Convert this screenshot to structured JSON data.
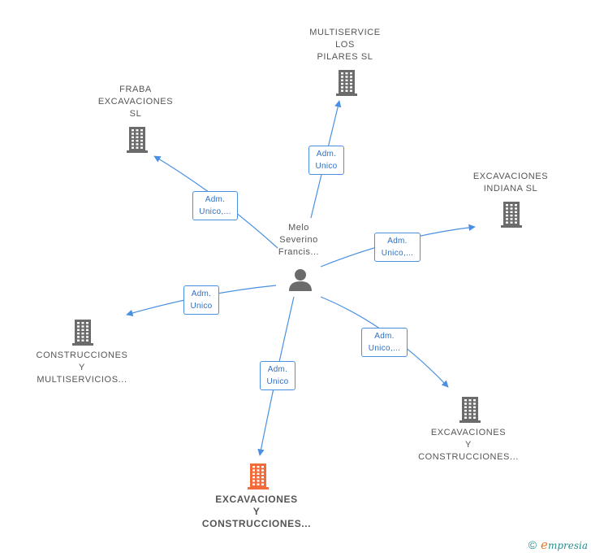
{
  "center": {
    "name_lines": [
      "Melo",
      "Severino",
      "Francis..."
    ],
    "icon": "person-icon"
  },
  "nodes": [
    {
      "id": "multiservice",
      "lines": [
        "MULTISERVICE",
        "LOS",
        "PILARES  SL"
      ],
      "icon": "building-icon",
      "color": "#6b6b6b"
    },
    {
      "id": "fraba",
      "lines": [
        "FRABA",
        "EXCAVACIONES",
        "SL"
      ],
      "icon": "building-icon",
      "color": "#6b6b6b"
    },
    {
      "id": "indiana",
      "lines": [
        "EXCAVACIONES",
        "INDIANA  SL"
      ],
      "icon": "building-icon",
      "color": "#6b6b6b"
    },
    {
      "id": "construcciones-multi",
      "lines": [
        "CONSTRUCCIONES",
        "Y",
        "MULTISERVICIOS..."
      ],
      "icon": "building-icon",
      "color": "#6b6b6b"
    },
    {
      "id": "excav-constr-right",
      "lines": [
        "EXCAVACIONES",
        "Y",
        "CONSTRUCCIONES..."
      ],
      "icon": "building-icon",
      "color": "#6b6b6b"
    },
    {
      "id": "excav-constr-main",
      "lines": [
        "EXCAVACIONES",
        "Y",
        "CONSTRUCCIONES..."
      ],
      "icon": "building-icon",
      "color": "#f26b3a",
      "highlight": true
    }
  ],
  "edges": [
    {
      "to": "multiservice",
      "label_lines": [
        "Adm.",
        "Unico"
      ]
    },
    {
      "to": "fraba",
      "label_lines": [
        "Adm.",
        "Unico,..."
      ]
    },
    {
      "to": "indiana",
      "label_lines": [
        "Adm.",
        "Unico,..."
      ]
    },
    {
      "to": "construcciones-multi",
      "label_lines": [
        "Adm.",
        "Unico"
      ]
    },
    {
      "to": "excav-constr-right",
      "label_lines": [
        "Adm.",
        "Unico,..."
      ]
    },
    {
      "to": "excav-constr-main",
      "label_lines": [
        "Adm.",
        "Unico"
      ]
    }
  ],
  "colors": {
    "edge": "#4a90e2",
    "node_gray": "#6b6b6b",
    "node_highlight": "#f26b3a"
  },
  "footer": {
    "copyright": "©",
    "brand_initial": "e",
    "brand_rest": "mpresia"
  }
}
